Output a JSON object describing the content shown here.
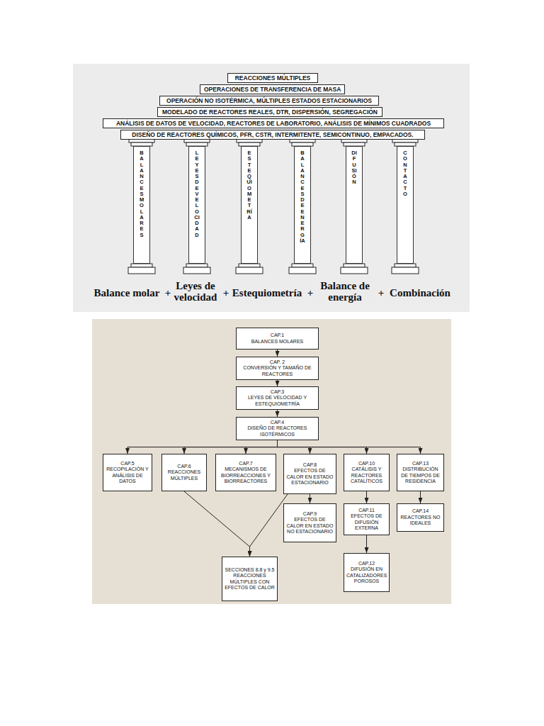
{
  "diagram": {
    "nodes": [
      {
        "text": [
          "REACCIONES MÚLTIPLES"
        ]
      },
      {
        "text": [
          "OPERACIONES DE TRANSFERENCIA DE MASA"
        ]
      },
      {
        "text": [
          "OPERACIÓN NO ISOTÉRMICA, MÚLTIPLES ESTADOS ESTACIONARIOS"
        ]
      },
      {
        "text": [
          "MODELADO DE REACTORES REALES, DTR, DISPERSIÓN, SEGREGACIÓN"
        ]
      },
      {
        "text": [
          "ANÁLISIS DE DATOS DE VELOCIDAD, REACTORES DE LABORATORIO, ANÁLISIS DE MÍNIMOS CUADRADOS"
        ]
      },
      {
        "text": [
          "DISEÑO DE REACTORES QUÍMICOS, PFR, CSTR, INTERMITENTE, SEMICONTINUO, EMPACADOS."
        ]
      },
      {
        "text": [
          "BALANCES MOLARES"
        ]
      },
      {
        "text": [
          "LEYES DE VELOCIDAD"
        ]
      },
      {
        "text": [
          "ESTEQUIOMETRÍA"
        ]
      },
      {
        "text": [
          "BALANCES DE ENERGÍA"
        ]
      },
      {
        "text": [
          "DIFUSIÓN"
        ]
      },
      {
        "text": [
          "CONTACTO"
        ]
      },
      {
        "text": [
          "CAP.1",
          "BALANCES MOLARES"
        ]
      },
      {
        "text": [
          "CAP. 2",
          "CONVERSIÓN Y TAMAÑO DE REACTORES"
        ]
      },
      {
        "text": [
          "CAP.3",
          "LEYES DE VELOCIDAD Y ESTEQUIOMETRÍA"
        ]
      },
      {
        "text": [
          "CAP.4",
          "DISEÑO DE REACTORES ISOTÉRMICOS"
        ]
      },
      {
        "text": [
          "CAP.5",
          "RECOPILACIÓN Y ANÁLISIS DE DATOS"
        ]
      },
      {
        "text": [
          "CAP.6",
          "REACCIONES MÚLTIPLES"
        ]
      },
      {
        "text": [
          "CAP.7",
          "MECANISMOS DE BIORREACCIONES Y BIORREACTORES"
        ]
      },
      {
        "text": [
          "CAP.8",
          "EFECTOS DE CALOR EN ESTADO ESTACIONARIO"
        ]
      },
      {
        "text": [
          "CAP.10",
          "CATÁLISIS Y REACTORES CATALÍTICOS"
        ]
      },
      {
        "text": [
          "CAP.13",
          "DISTRIBUCIÓN DE TIEMPOS DE RESIDENCIA"
        ]
      },
      {
        "text": [
          "CAP.9",
          "EFECTOS DE CALOR EN ESTADO NO ESTACIONARIO"
        ]
      },
      {
        "text": [
          "CAP.11",
          "EFECTOS DE DIFUSIÓN EXTERNA"
        ]
      },
      {
        "text": [
          "CAP.14",
          "REACTORES NO IDEALES"
        ]
      },
      {
        "text": [
          "SECCIONES 8.8 y 9.5",
          "REACCIONES MÚLTIPLES CON EFECTOS DE CALOR"
        ]
      },
      {
        "text": [
          "CAP.12",
          "DIFUSIÓN EN CATALIZADORES POROSOS"
        ]
      }
    ],
    "edges": [
      {
        "from": 12,
        "to": 13,
        "arrow": "to"
      },
      {
        "from": 13,
        "to": 14,
        "arrow": "to"
      },
      {
        "from": 14,
        "to": 15,
        "arrow": "to"
      },
      {
        "from": 15,
        "to": 16,
        "arrow": "to"
      },
      {
        "from": 15,
        "to": 17,
        "arrow": "to"
      },
      {
        "from": 15,
        "to": 18,
        "arrow": "to"
      },
      {
        "from": 15,
        "to": 19,
        "arrow": "to"
      },
      {
        "from": 15,
        "to": 20,
        "arrow": "to"
      },
      {
        "from": 15,
        "to": 21,
        "arrow": "to"
      },
      {
        "from": 19,
        "to": 22,
        "arrow": "to"
      },
      {
        "from": 20,
        "to": 23,
        "arrow": "to"
      },
      {
        "from": 23,
        "to": 26,
        "arrow": "to"
      },
      {
        "from": 21,
        "to": 24,
        "arrow": "to"
      },
      {
        "from": 17,
        "to": 25,
        "arrow": "to"
      },
      {
        "from": 19,
        "to": 25,
        "arrow": "to"
      }
    ],
    "labels": [
      "Balance molar",
      "+",
      "Leyes de velocidad",
      "+",
      "Estequiometría",
      "+",
      "Balance de energía",
      "+",
      "Combinación"
    ]
  }
}
